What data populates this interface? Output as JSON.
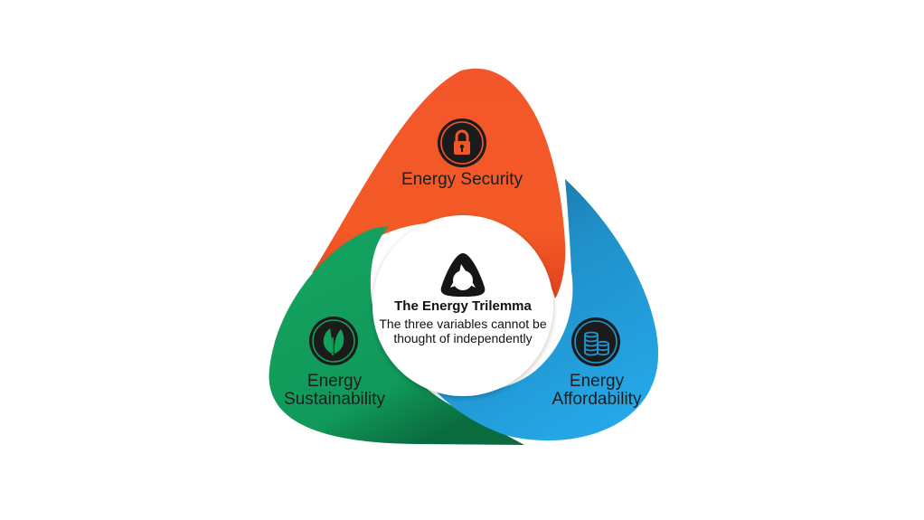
{
  "colors": {
    "security": "#f2572a",
    "sustainability": "#12a05a",
    "affordability": "#1f96d4",
    "icon_dark": "#1b1b1b",
    "center": "#ffffff"
  },
  "petals": {
    "security": {
      "label": "Energy Security",
      "icon": "lock-icon"
    },
    "sustainability": {
      "line1": "Energy",
      "line2": "Sustainability",
      "icon": "leaf-icon"
    },
    "affordability": {
      "line1": "Energy",
      "line2": "Affordability",
      "icon": "coins-icon"
    }
  },
  "center": {
    "logo": "trilemma-logo-icon",
    "title": "The Energy Trilemma",
    "subtitle_line1": "The three variables cannot be",
    "subtitle_line2": "thought of independently"
  }
}
